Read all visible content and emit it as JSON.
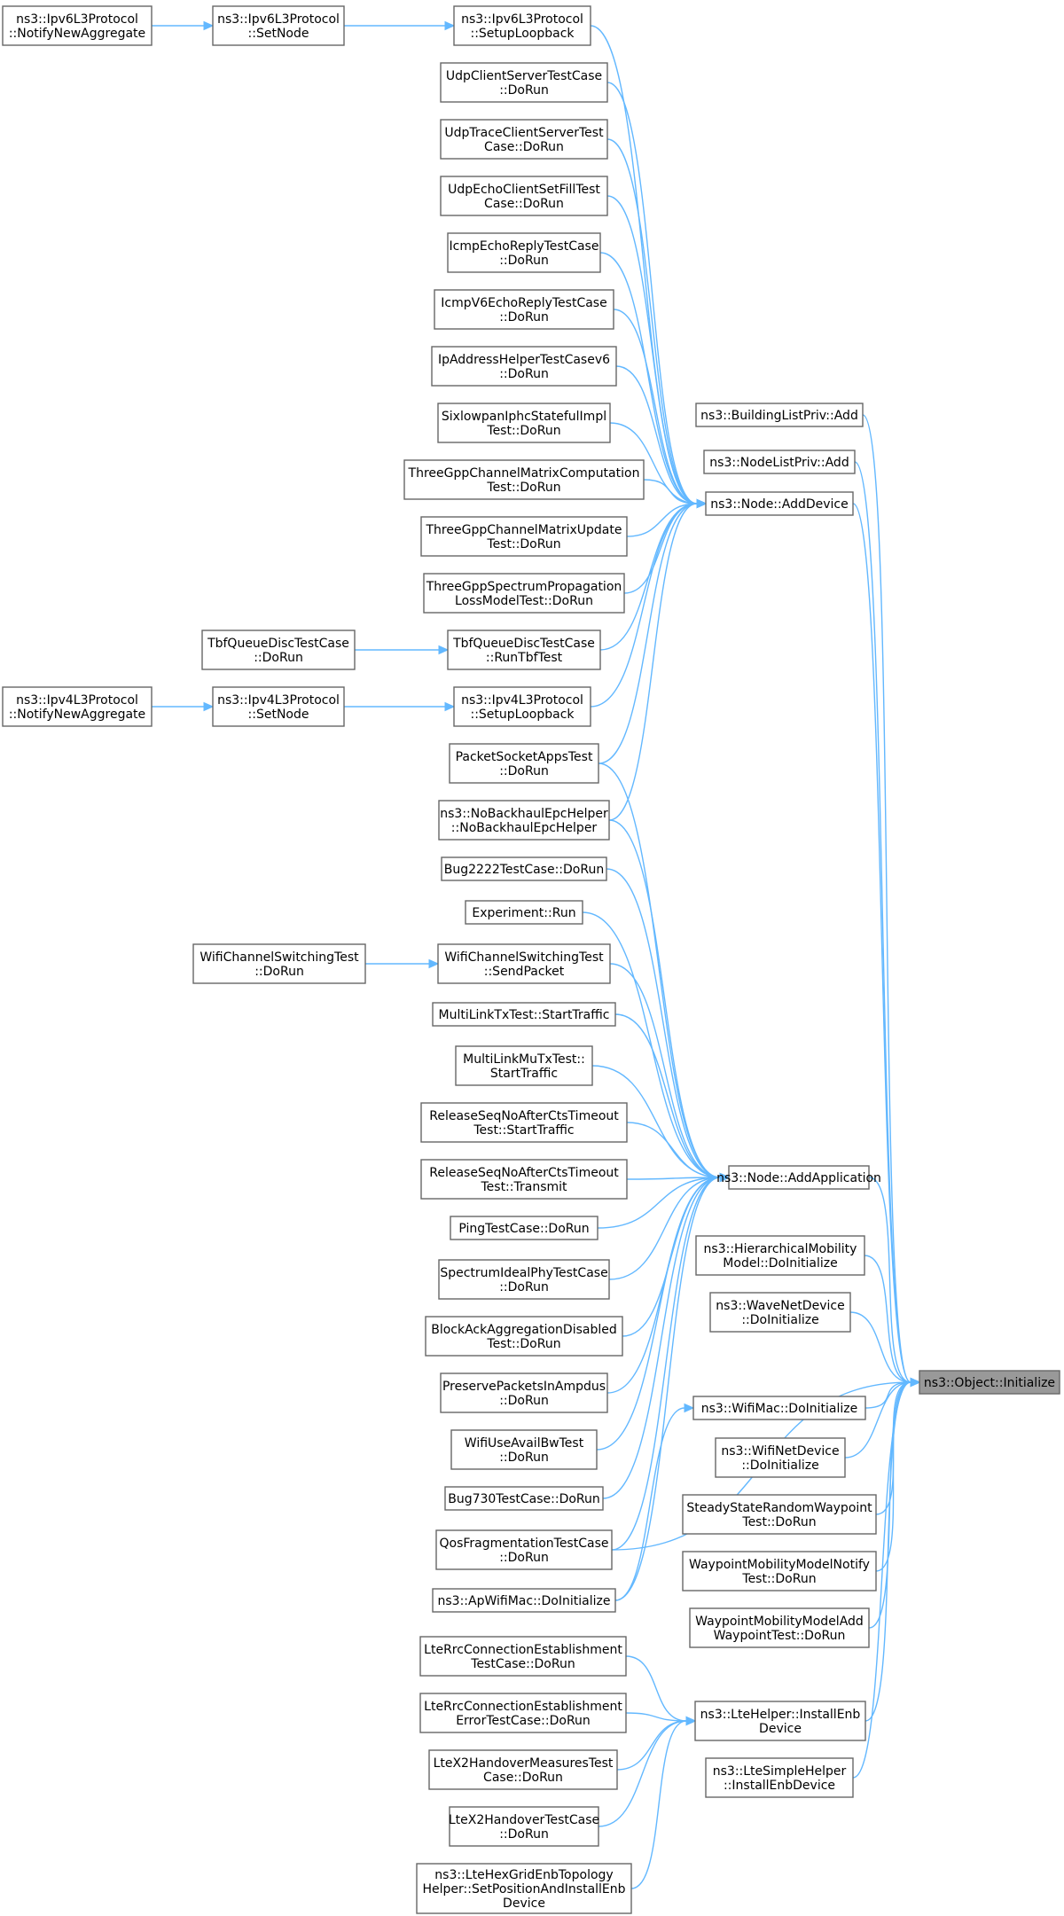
{
  "diagram": {
    "title": "",
    "nodes": [
      {
        "id": "target",
        "lines": [
          "ns3::Object::Initialize"
        ],
        "highlight": true
      },
      {
        "id": "buildinglist",
        "lines": [
          "ns3::BuildingListPriv::Add"
        ]
      },
      {
        "id": "nodelist",
        "lines": [
          "ns3::NodeListPriv::Add"
        ]
      },
      {
        "id": "adddevice",
        "lines": [
          "ns3::Node::AddDevice"
        ]
      },
      {
        "id": "addapplication",
        "lines": [
          "ns3::Node::AddApplication"
        ]
      },
      {
        "id": "hiermob",
        "lines": [
          "ns3::HierarchicalMobility",
          "Model::DoInitialize"
        ]
      },
      {
        "id": "wavenet",
        "lines": [
          "ns3::WaveNetDevice",
          "::DoInitialize"
        ]
      },
      {
        "id": "wifimac",
        "lines": [
          "ns3::WifiMac::DoInitialize"
        ]
      },
      {
        "id": "wifinet",
        "lines": [
          "ns3::WifiNetDevice",
          "::DoInitialize"
        ]
      },
      {
        "id": "steadystate",
        "lines": [
          "SteadyStateRandomWaypoint",
          "Test::DoRun"
        ]
      },
      {
        "id": "waypointnotify",
        "lines": [
          "WaypointMobilityModelNotify",
          "Test::DoRun"
        ]
      },
      {
        "id": "waypointadd",
        "lines": [
          "WaypointMobilityModelAdd",
          "WaypointTest::DoRun"
        ]
      },
      {
        "id": "lteinstall",
        "lines": [
          "ns3::LteHelper::InstallEnb",
          "Device"
        ]
      },
      {
        "id": "ltesimple",
        "lines": [
          "ns3::LteSimpleHelper",
          "::InstallEnbDevice"
        ]
      },
      {
        "id": "ipv6setuploop",
        "lines": [
          "ns3::Ipv6L3Protocol",
          "::SetupLoopback"
        ]
      },
      {
        "id": "ipv6setnode",
        "lines": [
          "ns3::Ipv6L3Protocol",
          "::SetNode"
        ]
      },
      {
        "id": "ipv6notify",
        "lines": [
          "ns3::Ipv6L3Protocol",
          "::NotifyNewAggregate"
        ]
      },
      {
        "id": "udpcs",
        "lines": [
          "UdpClientServerTestCase",
          "::DoRun"
        ]
      },
      {
        "id": "udptrace",
        "lines": [
          "UdpTraceClientServerTest",
          "Case::DoRun"
        ]
      },
      {
        "id": "udpecho",
        "lines": [
          "UdpEchoClientSetFillTest",
          "Case::DoRun"
        ]
      },
      {
        "id": "icmpecho",
        "lines": [
          "IcmpEchoReplyTestCase",
          "::DoRun"
        ]
      },
      {
        "id": "icmpv6echo",
        "lines": [
          "IcmpV6EchoReplyTestCase",
          "::DoRun"
        ]
      },
      {
        "id": "ipaddrv6",
        "lines": [
          "IpAddressHelperTestCasev6",
          "::DoRun"
        ]
      },
      {
        "id": "sixlowpan",
        "lines": [
          "SixlowpanIphcStatefulImpl",
          "Test::DoRun"
        ]
      },
      {
        "id": "threegppcomp",
        "lines": [
          "ThreeGppChannelMatrixComputation",
          "Test::DoRun"
        ]
      },
      {
        "id": "threegppupdate",
        "lines": [
          "ThreeGppChannelMatrixUpdate",
          "Test::DoRun"
        ]
      },
      {
        "id": "threegppspectrum",
        "lines": [
          "ThreeGppSpectrumPropagation",
          "LossModelTest::DoRun"
        ]
      },
      {
        "id": "tbfruntest",
        "lines": [
          "TbfQueueDiscTestCase",
          "::RunTbfTest"
        ]
      },
      {
        "id": "tbfdorun",
        "lines": [
          "TbfQueueDiscTestCase",
          "::DoRun"
        ]
      },
      {
        "id": "ipv4setuploop",
        "lines": [
          "ns3::Ipv4L3Protocol",
          "::SetupLoopback"
        ]
      },
      {
        "id": "ipv4setnode",
        "lines": [
          "ns3::Ipv4L3Protocol",
          "::SetNode"
        ]
      },
      {
        "id": "ipv4notify",
        "lines": [
          "ns3::Ipv4L3Protocol",
          "::NotifyNewAggregate"
        ]
      },
      {
        "id": "packetsocket",
        "lines": [
          "PacketSocketAppsTest",
          "::DoRun"
        ]
      },
      {
        "id": "nobackhaul",
        "lines": [
          "ns3::NoBackhaulEpcHelper",
          "::NoBackhaulEpcHelper"
        ]
      },
      {
        "id": "bug2222",
        "lines": [
          "Bug2222TestCase::DoRun"
        ]
      },
      {
        "id": "experiment",
        "lines": [
          "Experiment::Run"
        ]
      },
      {
        "id": "wifichsendpkt",
        "lines": [
          "WifiChannelSwitchingTest",
          "::SendPacket"
        ]
      },
      {
        "id": "wifichdorun",
        "lines": [
          "WifiChannelSwitchingTest",
          "::DoRun"
        ]
      },
      {
        "id": "multilinktx",
        "lines": [
          "MultiLinkTxTest::StartTraffic"
        ]
      },
      {
        "id": "multilinkmu",
        "lines": [
          "MultiLinkMuTxTest::",
          "StartTraffic"
        ]
      },
      {
        "id": "releasestart",
        "lines": [
          "ReleaseSeqNoAfterCtsTimeout",
          "Test::StartTraffic"
        ]
      },
      {
        "id": "releasetransmit",
        "lines": [
          "ReleaseSeqNoAfterCtsTimeout",
          "Test::Transmit"
        ]
      },
      {
        "id": "ping",
        "lines": [
          "PingTestCase::DoRun"
        ]
      },
      {
        "id": "spectrumideal",
        "lines": [
          "SpectrumIdealPhyTestCase",
          "::DoRun"
        ]
      },
      {
        "id": "blockack",
        "lines": [
          "BlockAckAggregationDisabled",
          "Test::DoRun"
        ]
      },
      {
        "id": "preservepkts",
        "lines": [
          "PreservePacketsInAmpdus",
          "::DoRun"
        ]
      },
      {
        "id": "wifiuseavail",
        "lines": [
          "WifiUseAvailBwTest",
          "::DoRun"
        ]
      },
      {
        "id": "bug730",
        "lines": [
          "Bug730TestCase::DoRun"
        ]
      },
      {
        "id": "qosfrag",
        "lines": [
          "QosFragmentationTestCase",
          "::DoRun"
        ]
      },
      {
        "id": "apwifimac",
        "lines": [
          "ns3::ApWifiMac::DoInitialize"
        ]
      },
      {
        "id": "lterrc",
        "lines": [
          "LteRrcConnectionEstablishment",
          "TestCase::DoRun"
        ]
      },
      {
        "id": "lterrcerr",
        "lines": [
          "LteRrcConnectionEstablishment",
          "ErrorTestCase::DoRun"
        ]
      },
      {
        "id": "ltex2meas",
        "lines": [
          "LteX2HandoverMeasuresTest",
          "Case::DoRun"
        ]
      },
      {
        "id": "ltex2",
        "lines": [
          "LteX2HandoverTestCase",
          "::DoRun"
        ]
      },
      {
        "id": "ltehexgrid",
        "lines": [
          "ns3::LteHexGridEnbTopology",
          "Helper::SetPositionAndInstallEnb",
          "Device"
        ]
      }
    ],
    "edges": [
      [
        "buildinglist",
        "target"
      ],
      [
        "nodelist",
        "target"
      ],
      [
        "adddevice",
        "target"
      ],
      [
        "addapplication",
        "target"
      ],
      [
        "hiermob",
        "target"
      ],
      [
        "wavenet",
        "target"
      ],
      [
        "wifimac",
        "target"
      ],
      [
        "wifinet",
        "target"
      ],
      [
        "steadystate",
        "target"
      ],
      [
        "waypointnotify",
        "target"
      ],
      [
        "waypointadd",
        "target"
      ],
      [
        "lteinstall",
        "target"
      ],
      [
        "ltesimple",
        "target"
      ],
      [
        "qosfrag",
        "target"
      ],
      [
        "ipv6notify",
        "ipv6setnode"
      ],
      [
        "ipv6setnode",
        "ipv6setuploop"
      ],
      [
        "ipv6setuploop",
        "adddevice"
      ],
      [
        "udpcs",
        "adddevice"
      ],
      [
        "udptrace",
        "adddevice"
      ],
      [
        "udpecho",
        "adddevice"
      ],
      [
        "icmpecho",
        "adddevice"
      ],
      [
        "icmpv6echo",
        "adddevice"
      ],
      [
        "ipaddrv6",
        "adddevice"
      ],
      [
        "sixlowpan",
        "adddevice"
      ],
      [
        "threegppcomp",
        "adddevice"
      ],
      [
        "threegppupdate",
        "adddevice"
      ],
      [
        "threegppspectrum",
        "adddevice"
      ],
      [
        "tbfdorun",
        "tbfruntest"
      ],
      [
        "tbfruntest",
        "adddevice"
      ],
      [
        "ipv4notify",
        "ipv4setnode"
      ],
      [
        "ipv4setnode",
        "ipv4setuploop"
      ],
      [
        "ipv4setuploop",
        "adddevice"
      ],
      [
        "packetsocket",
        "adddevice"
      ],
      [
        "nobackhaul",
        "adddevice"
      ],
      [
        "packetsocket",
        "addapplication"
      ],
      [
        "nobackhaul",
        "addapplication"
      ],
      [
        "bug2222",
        "addapplication"
      ],
      [
        "experiment",
        "addapplication"
      ],
      [
        "wifichdorun",
        "wifichsendpkt"
      ],
      [
        "wifichsendpkt",
        "addapplication"
      ],
      [
        "multilinktx",
        "addapplication"
      ],
      [
        "multilinkmu",
        "addapplication"
      ],
      [
        "releasestart",
        "addapplication"
      ],
      [
        "releasetransmit",
        "addapplication"
      ],
      [
        "ping",
        "addapplication"
      ],
      [
        "spectrumideal",
        "addapplication"
      ],
      [
        "blockack",
        "addapplication"
      ],
      [
        "preservepkts",
        "addapplication"
      ],
      [
        "wifiuseavail",
        "addapplication"
      ],
      [
        "bug730",
        "addapplication"
      ],
      [
        "qosfrag",
        "addapplication"
      ],
      [
        "apwifimac",
        "addapplication"
      ],
      [
        "apwifimac",
        "wifimac"
      ],
      [
        "lterrc",
        "lteinstall"
      ],
      [
        "lterrcerr",
        "lteinstall"
      ],
      [
        "ltex2meas",
        "lteinstall"
      ],
      [
        "ltex2",
        "lteinstall"
      ],
      [
        "ltehexgrid",
        "lteinstall"
      ]
    ]
  }
}
